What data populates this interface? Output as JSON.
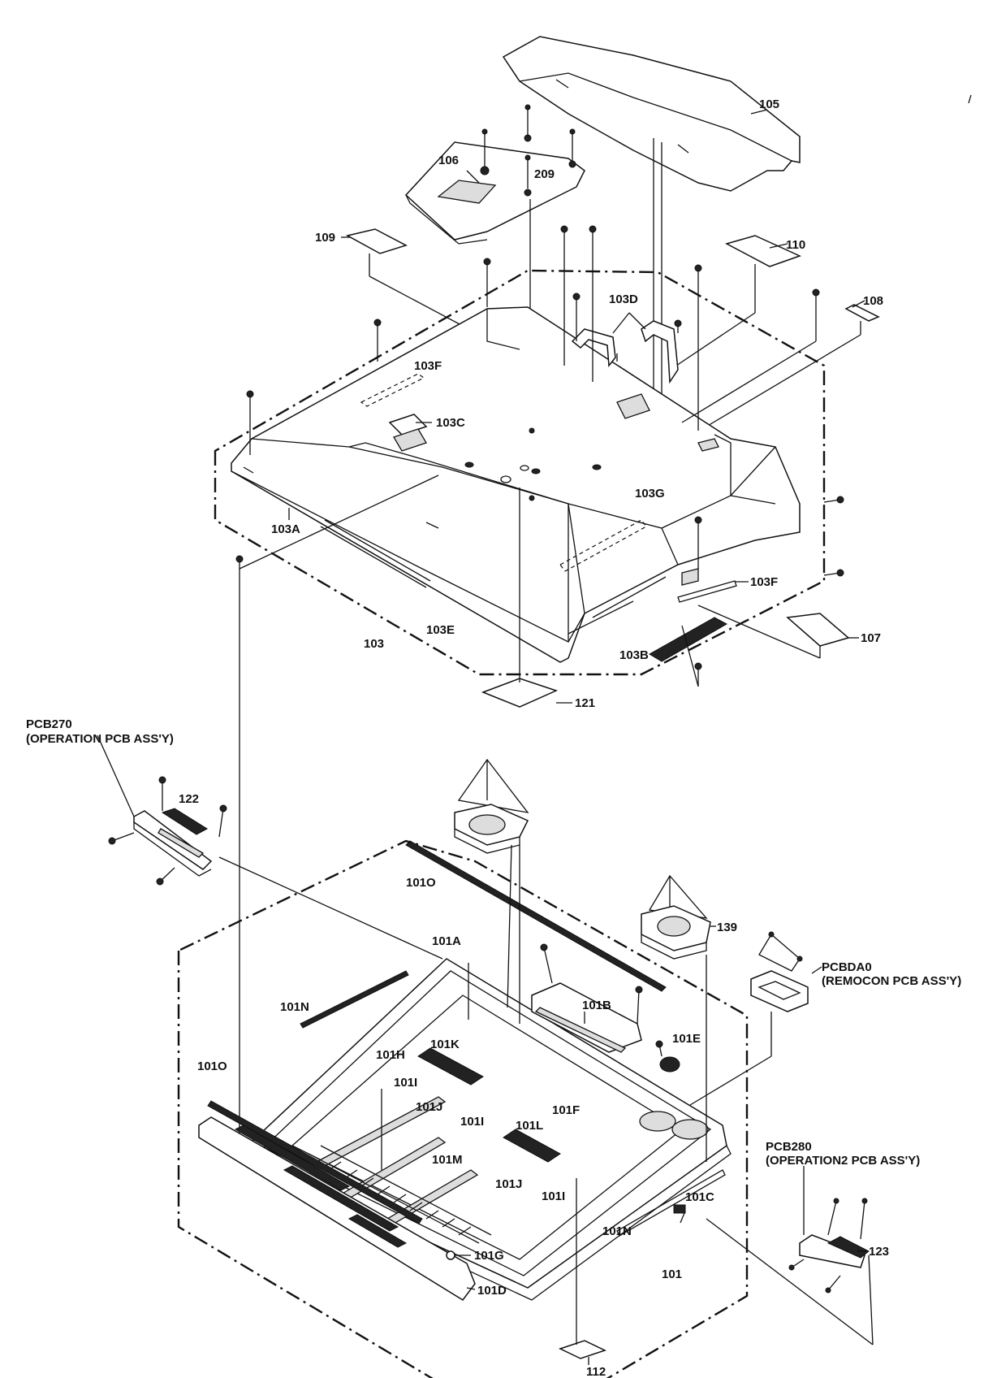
{
  "diagram": {
    "header_text": "",
    "labels": [
      {
        "id": "105",
        "text": "105"
      },
      {
        "id": "106",
        "text": "106"
      },
      {
        "id": "209",
        "text": "209"
      },
      {
        "id": "109",
        "text": "109"
      },
      {
        "id": "110",
        "text": "110"
      },
      {
        "id": "108",
        "text": "108"
      },
      {
        "id": "103D",
        "text": "103D"
      },
      {
        "id": "103F_top",
        "text": "103F"
      },
      {
        "id": "103C",
        "text": "103C"
      },
      {
        "id": "103G",
        "text": "103G"
      },
      {
        "id": "103A",
        "text": "103A"
      },
      {
        "id": "103F_right",
        "text": "103F"
      },
      {
        "id": "107",
        "text": "107"
      },
      {
        "id": "103B",
        "text": "103B"
      },
      {
        "id": "103E",
        "text": "103E"
      },
      {
        "id": "103",
        "text": "103"
      },
      {
        "id": "121",
        "text": "121"
      },
      {
        "id": "122",
        "text": "122"
      },
      {
        "id": "101O_top",
        "text": "101O"
      },
      {
        "id": "139",
        "text": "139"
      },
      {
        "id": "101A",
        "text": "101A"
      },
      {
        "id": "101B",
        "text": "101B"
      },
      {
        "id": "101N_left",
        "text": "101N"
      },
      {
        "id": "101E",
        "text": "101E"
      },
      {
        "id": "101O_left",
        "text": "101O"
      },
      {
        "id": "101H",
        "text": "101H"
      },
      {
        "id": "101K",
        "text": "101K"
      },
      {
        "id": "101I_a",
        "text": "101I"
      },
      {
        "id": "101J_a",
        "text": "101J"
      },
      {
        "id": "101I_b",
        "text": "101I"
      },
      {
        "id": "101F",
        "text": "101F"
      },
      {
        "id": "101L",
        "text": "101L"
      },
      {
        "id": "101M",
        "text": "101M"
      },
      {
        "id": "101J_b",
        "text": "101J"
      },
      {
        "id": "101I_c",
        "text": "101I"
      },
      {
        "id": "101C",
        "text": "101C"
      },
      {
        "id": "101N_right",
        "text": "101N"
      },
      {
        "id": "101G",
        "text": "101G"
      },
      {
        "id": "101",
        "text": "101"
      },
      {
        "id": "101D",
        "text": "101D"
      },
      {
        "id": "112",
        "text": "112"
      },
      {
        "id": "123",
        "text": "123"
      }
    ],
    "notes": [
      {
        "id": "pcb270",
        "line1": "PCB270",
        "line2": "(OPERATION PCB ASS'Y)"
      },
      {
        "id": "pcbda0",
        "line1": "PCBDA0",
        "line2": "(REMOCON PCB ASS'Y)"
      },
      {
        "id": "pcb280",
        "line1": "PCB280",
        "line2": "(OPERATION2 PCB ASS'Y)"
      }
    ]
  }
}
